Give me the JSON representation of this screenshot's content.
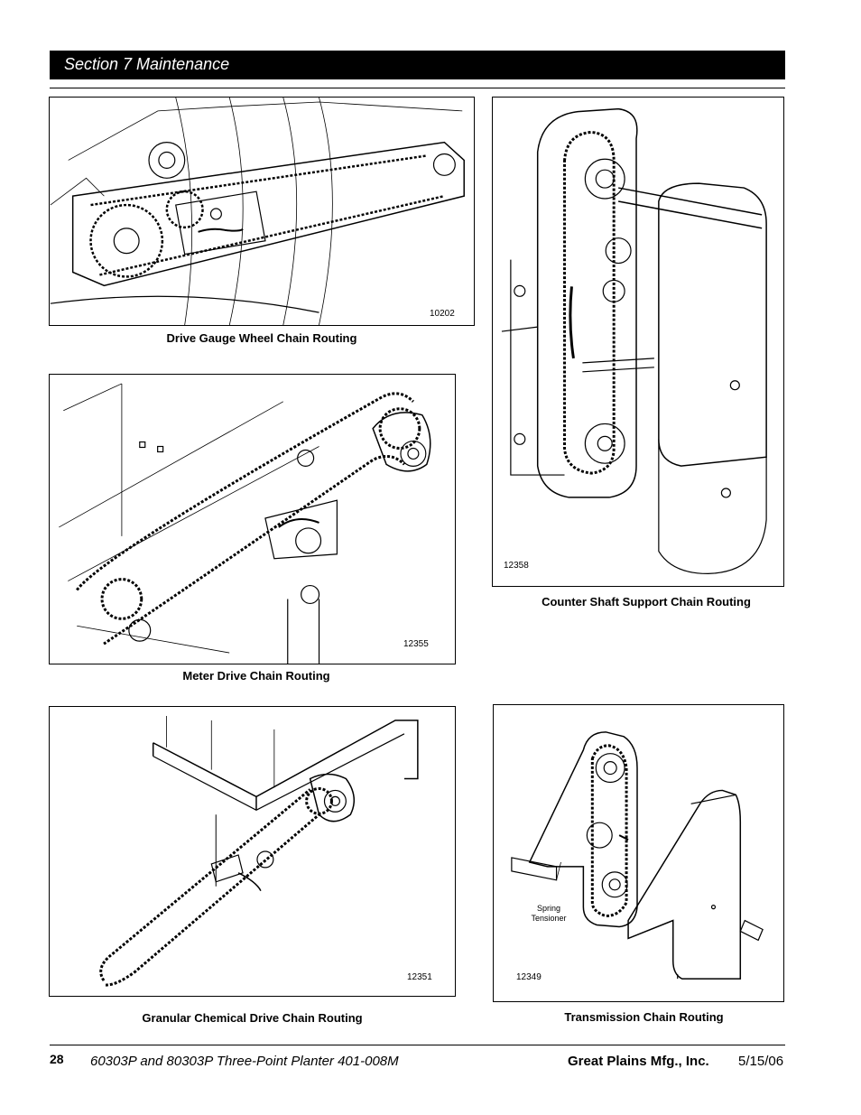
{
  "header": {
    "section_title": "Section 7 Maintenance"
  },
  "figures": {
    "drive_gauge": {
      "number": "10202",
      "caption": "Drive Gauge Wheel Chain Routing"
    },
    "counter_shaft": {
      "number": "12358",
      "caption": "Counter Shaft Support Chain Routing"
    },
    "meter_drive": {
      "number": "12355",
      "caption": "Meter Drive Chain Routing"
    },
    "granular": {
      "number": "12351",
      "caption": "Granular Chemical Drive Chain Routing"
    },
    "transmission": {
      "number": "12349",
      "caption": "Transmission Chain Routing",
      "callout_line1": "Spring",
      "callout_line2": "Tensioner"
    }
  },
  "footer": {
    "page_number": "28",
    "manual_title": "60303P and 80303P Three-Point Planter   401-008M",
    "company": "Great Plains Mfg., Inc.",
    "date": "5/15/06"
  }
}
